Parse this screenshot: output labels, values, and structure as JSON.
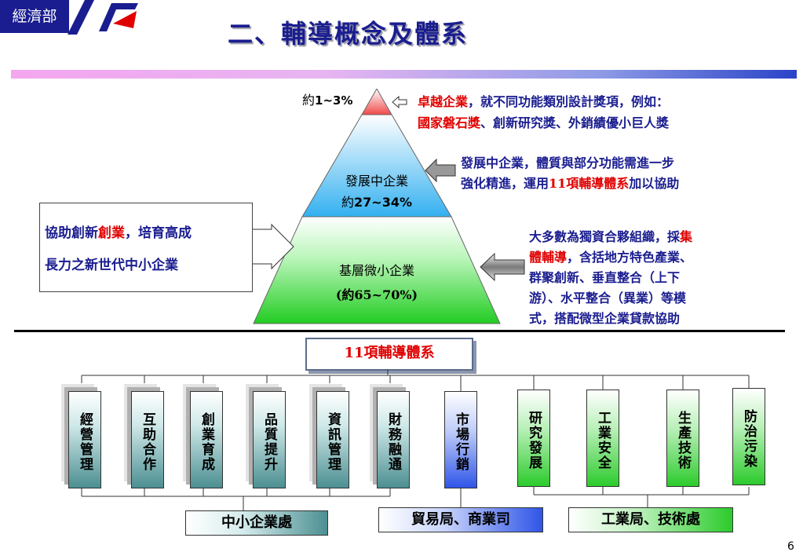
{
  "header": {
    "org_label": "經濟部",
    "title": "二、輔導概念及體系"
  },
  "colors": {
    "brand": "#1a1d8f",
    "accent_red": "#e00000",
    "teal": "#4c8f92",
    "green": "#2ccb2c",
    "blue": "#2f55e8"
  },
  "pyramid": {
    "top_label_prefix": "約",
    "top_label_value": "1~3%",
    "mid_name": "發展中企業",
    "mid_share_prefix": "約",
    "mid_share_value": "27~34%",
    "base_name": "基層微小企業",
    "base_share": "(約65~70%)"
  },
  "notes": {
    "top_red": "卓越企業",
    "top_rest": "，就不同功能類別設計獎項，例如：",
    "top_red2": "國家磐石獎",
    "top_rest2": "、創新研究獎、外銷績優小巨人獎",
    "mid_line1": "發展中企業，體質與部分功能需進一步",
    "mid_line2_a": "強化精進，運用",
    "mid_line2_red": "11項輔導體系",
    "mid_line2_b": "加以協助",
    "base_line1_a": "大多數為獨資合夥組織，採",
    "base_line1_red": "集",
    "base_line2_red": "體輔導",
    "base_line2_b": "，含括地方特色產業、",
    "base_line3": "群聚創新、垂直整合（上下",
    "base_line4": "游）、水平整合（異業）等模",
    "base_line5": "式，搭配微型企業貸款協助"
  },
  "left_note": {
    "line1_a": "協助創新",
    "line1_red": "創業",
    "line1_b": "，培育高成",
    "line2": "長力之新世代中小企業"
  },
  "system": {
    "title": "11項輔導體系",
    "teal_items": [
      "經營管理",
      "互助合作",
      "創業育成",
      "品質提升",
      "資訊管理",
      "財務融通"
    ],
    "blue_items": [
      "市場行銷"
    ],
    "green_items": [
      "研究發展",
      "工業安全",
      "生產技術",
      "防治污染"
    ],
    "agencies": [
      "中小企業處",
      "貿易局、商業司",
      "工業局、技術處"
    ]
  },
  "page_number": "6"
}
